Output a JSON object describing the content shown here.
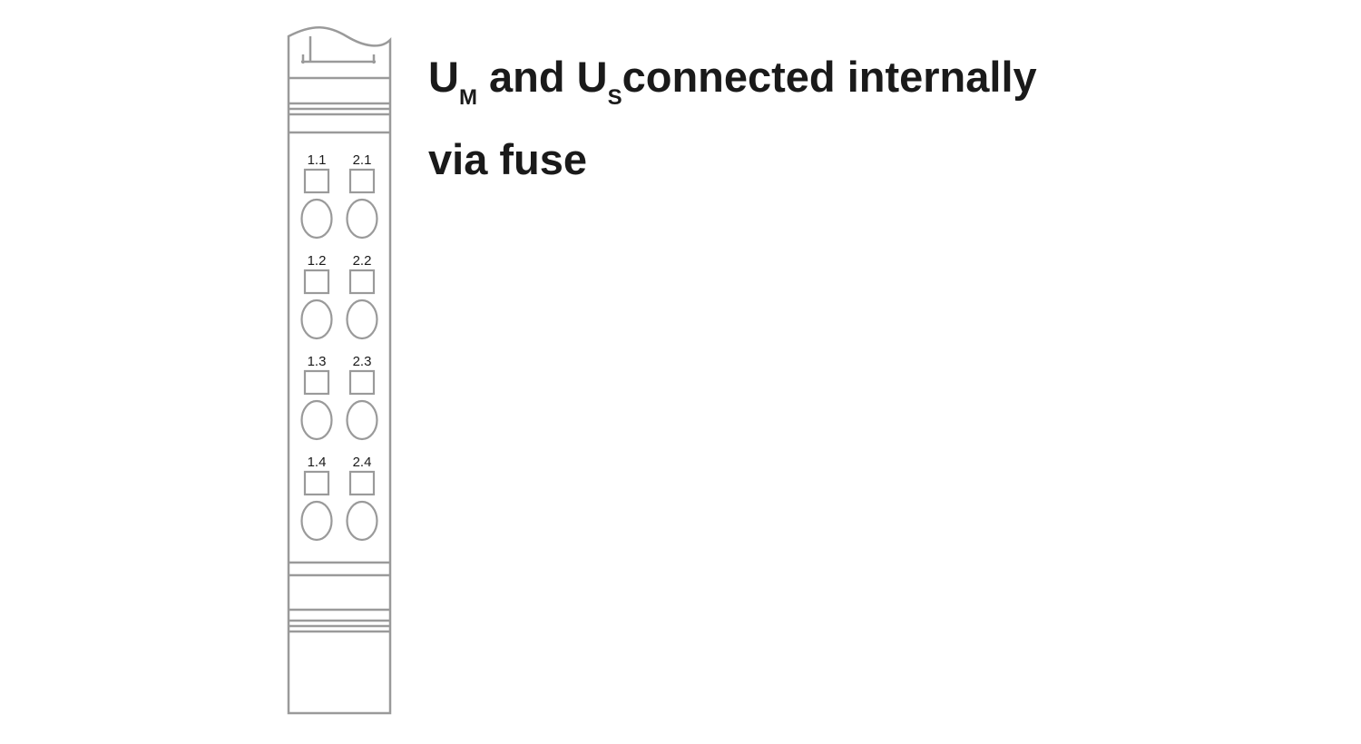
{
  "title": {
    "line1_u1": "U",
    "line1_sub1": "M",
    "line1_mid": " and U",
    "line1_sub2": "S",
    "line1_end": "connected internally",
    "line2": "via fuse"
  },
  "terminals": [
    {
      "row": 1,
      "labels": [
        "1.1",
        "2.1"
      ]
    },
    {
      "row": 2,
      "labels": [
        "1.2",
        "2.2"
      ]
    },
    {
      "row": 3,
      "labels": [
        "1.3",
        "2.3"
      ]
    },
    {
      "row": 4,
      "labels": [
        "1.4",
        "2.4"
      ]
    }
  ],
  "colors": {
    "outline": "#9a9a9a",
    "text": "#1a1a1a",
    "background": "#ffffff"
  }
}
